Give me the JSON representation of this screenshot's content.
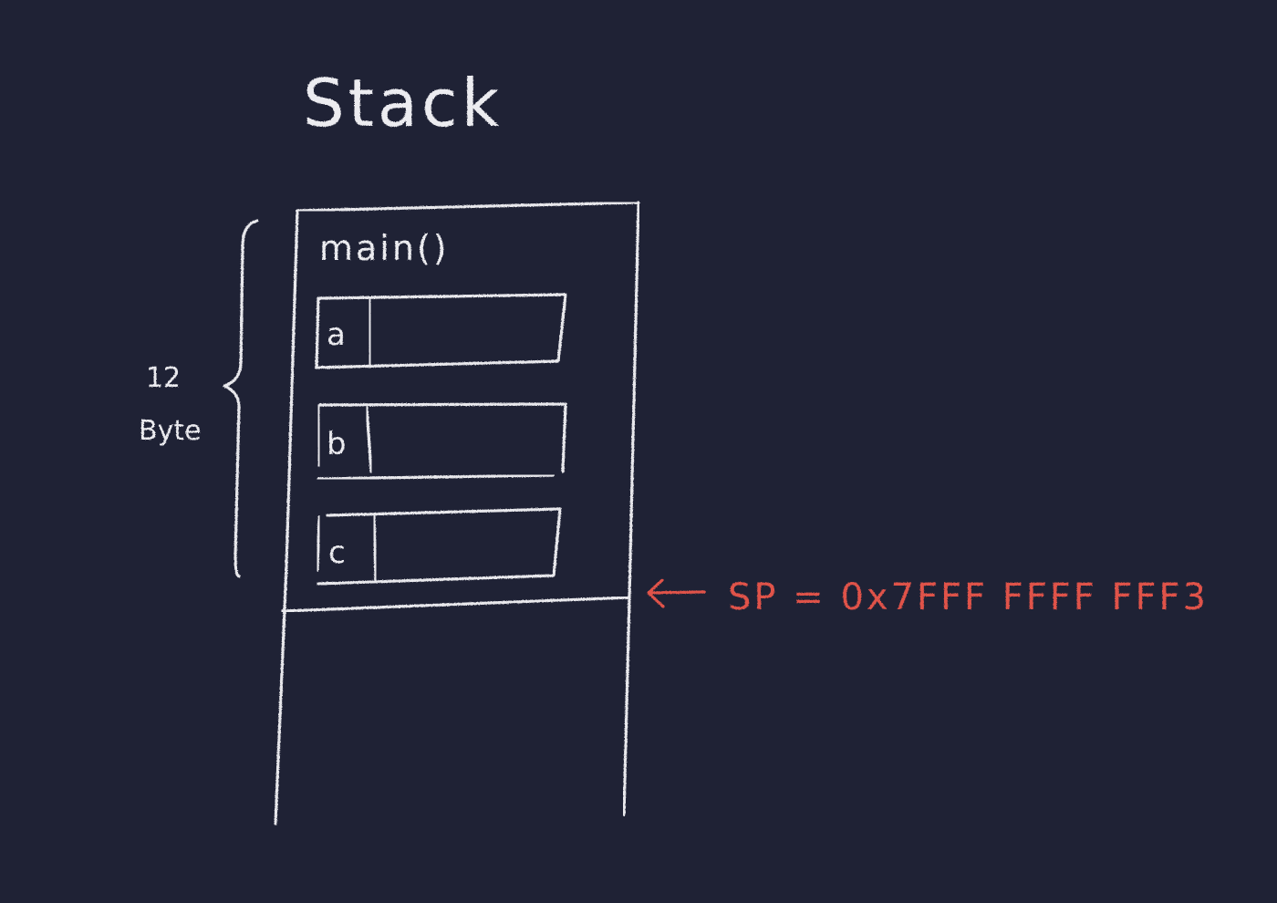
{
  "diagram": {
    "title": "Stack",
    "frame": {
      "label": "main()",
      "variables": [
        {
          "name": "a"
        },
        {
          "name": "b"
        },
        {
          "name": "c"
        }
      ]
    },
    "brace": {
      "size_label_line1": "12",
      "size_label_line2": "Byte"
    },
    "stack_pointer": {
      "arrow": "←",
      "label": "SP = 0x7FFF FFFF FFF3"
    },
    "colors": {
      "background": "#1f2235",
      "chalk": "#e8e8ec",
      "accent": "#e0524a"
    }
  }
}
